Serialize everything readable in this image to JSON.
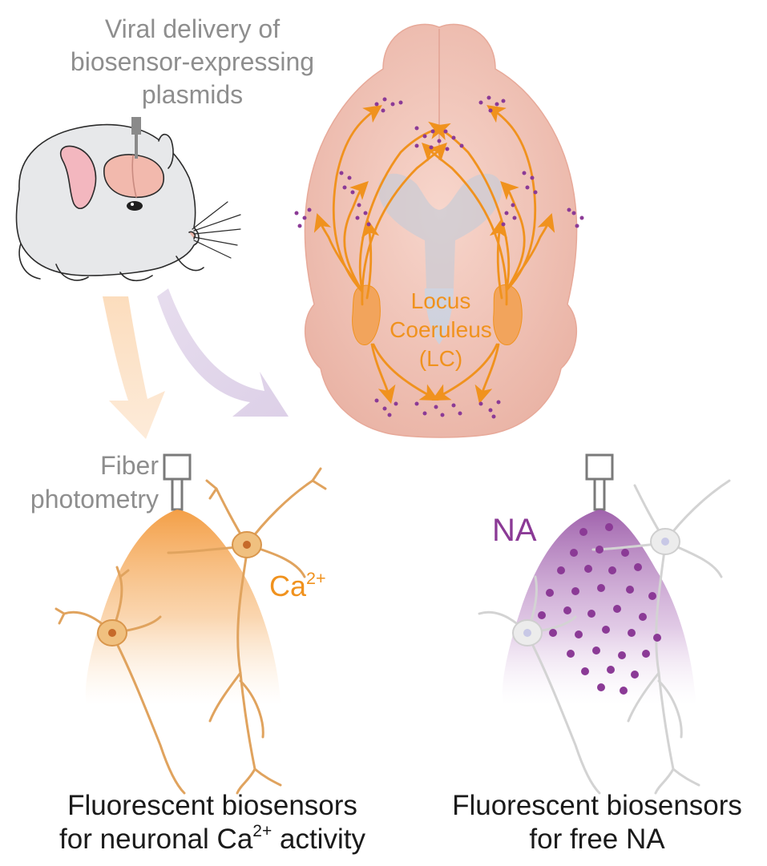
{
  "labels": {
    "viral_delivery": [
      "Viral delivery of",
      "biosensor-expressing",
      "plasmids"
    ],
    "fiber_photometry": [
      "Fiber",
      "photometry"
    ],
    "locus_coeruleus": [
      "Locus",
      "Coeruleus",
      "(LC)"
    ],
    "ca": "Ca",
    "ca_charge": "2+",
    "na": "NA"
  },
  "captions": {
    "left_line1": "Fluorescent biosensors",
    "left_line2_prefix": "for neuronal Ca",
    "left_line2_sup": "2+",
    "left_line2_suffix": " activity",
    "right_line1": "Fluorescent biosensors",
    "right_line2": "for free NA"
  },
  "colors": {
    "orange": "#f0921e",
    "purple": "#8b3a96",
    "gray_text": "#8e8e8e",
    "brain_pink": "#f2c4b8",
    "neuron_orange": "#e9b97c",
    "neuron_gray": "#d8d8d8"
  },
  "icons": [
    "mouse-illustration",
    "brain-illustration",
    "fiber-probe-icon",
    "neuron-icon"
  ]
}
